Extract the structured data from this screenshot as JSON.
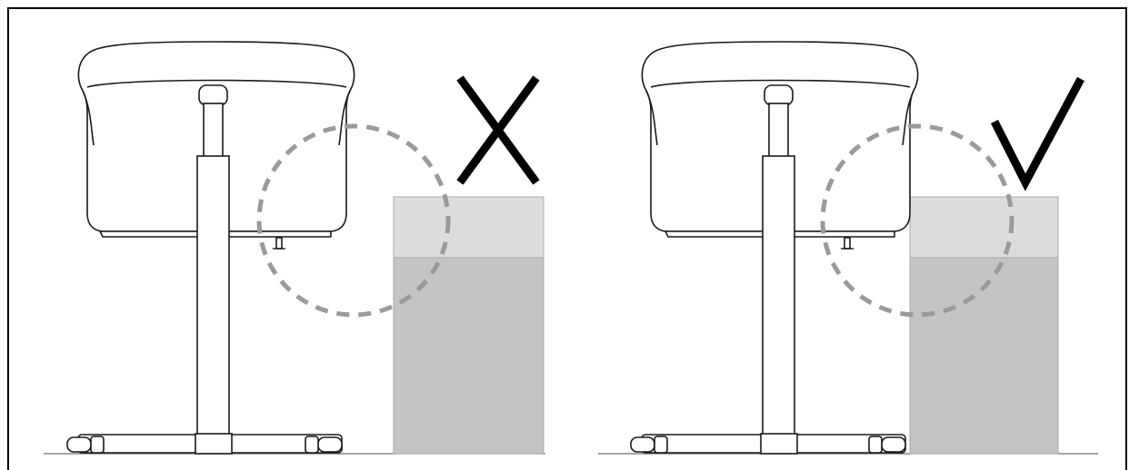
{
  "panels": [
    {
      "id": "incorrect",
      "verdict": "incorrect",
      "mark": "cross-icon"
    },
    {
      "id": "correct",
      "verdict": "correct",
      "mark": "check-icon"
    }
  ],
  "colors": {
    "frame": "#000000",
    "line": "#1a1a1a",
    "dashed_circle": "#9a9a9a",
    "bed_top": "#dcdcdc",
    "bed_body": "#c4c4c4",
    "floor": "#6f6f6f"
  }
}
